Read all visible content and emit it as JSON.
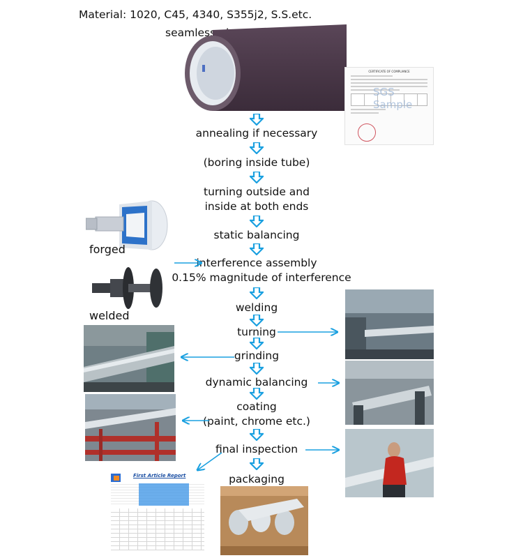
{
  "material_line": "Material: 1020, C45, 4340, S355j2, S.S.etc.",
  "seamless_label": "seamless pipe",
  "steps": [
    {
      "key": "annealing",
      "text": "annealing if necessary"
    },
    {
      "key": "boring",
      "text": "(boring inside tube)"
    },
    {
      "key": "turning_outside_1",
      "text": "turning outside and"
    },
    {
      "key": "turning_outside_2",
      "text": "inside at both ends"
    },
    {
      "key": "static",
      "text": "static balancing"
    },
    {
      "key": "interference_1",
      "text": "interference assembly"
    },
    {
      "key": "interference_2",
      "text": "0.15% magnitude of interference"
    },
    {
      "key": "welding",
      "text": "welding"
    },
    {
      "key": "turning",
      "text": "turning"
    },
    {
      "key": "grinding",
      "text": "grinding"
    },
    {
      "key": "dynamic",
      "text": "dynamic balancing"
    },
    {
      "key": "coating_1",
      "text": "coating"
    },
    {
      "key": "coating_2",
      "text": "(paint, chrome etc.)"
    },
    {
      "key": "final",
      "text": "final inspection"
    },
    {
      "key": "packaging",
      "text": "packaging"
    }
  ],
  "captions": {
    "forged": "forged",
    "welded": "welded"
  },
  "certificate": {
    "title": "CERTIFICATE OF COMPLIANCE",
    "watermark": "SGS Sample"
  },
  "report": {
    "title": "First Article Report"
  },
  "colors": {
    "arrow": "#1aa0e0",
    "pipe": "#4b3a4a",
    "pipe_inner": "#dfe3ea"
  }
}
